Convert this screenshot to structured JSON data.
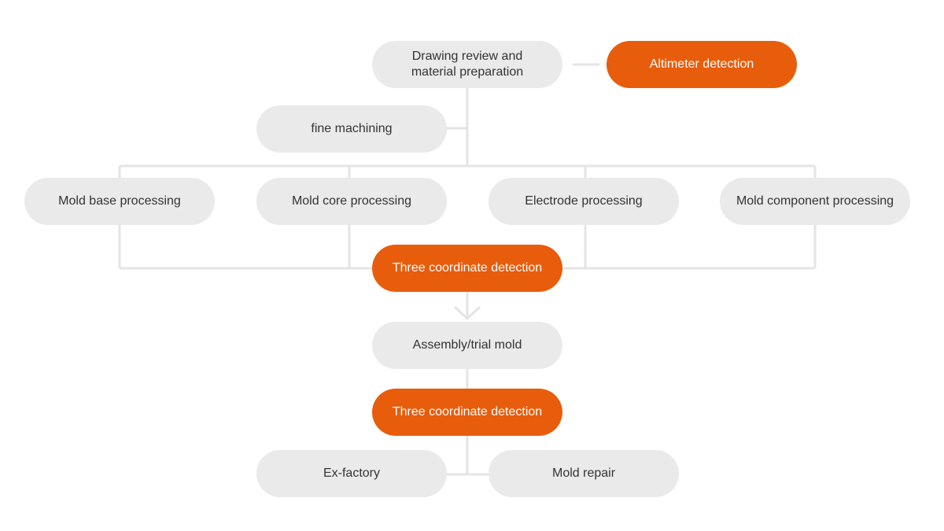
{
  "nodes": {
    "drawing_review": "Drawing review and material preparation",
    "altimeter_detection": "Altimeter detection",
    "fine_machining": "fine machining",
    "mold_base": "Mold base processing",
    "mold_core": "Mold core processing",
    "electrode": "Electrode processing",
    "mold_component": "Mold component processing",
    "three_coordinate_1": "Three coordinate detection",
    "assembly": "Assembly/trial mold",
    "three_coordinate_2": "Three coordinate detection",
    "ex_factory": "Ex-factory",
    "mold_repair": "Mold repair"
  },
  "colors": {
    "grey_node": "#eaeaea",
    "orange_node": "#e85d0c",
    "connector": "#e4e4e4",
    "text_dark": "#333333",
    "text_light": "#ffffff"
  }
}
